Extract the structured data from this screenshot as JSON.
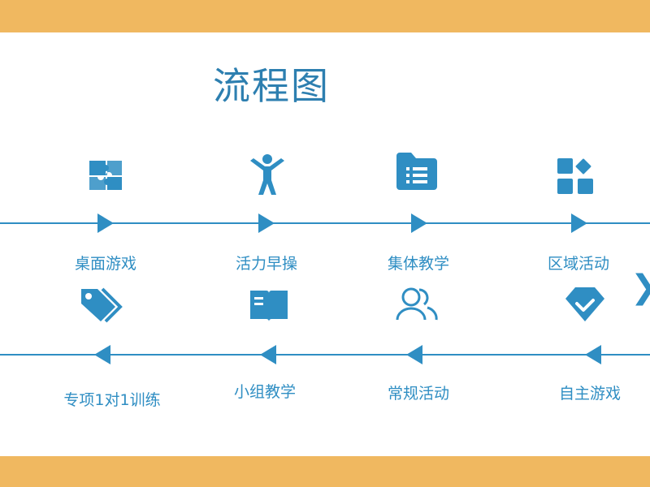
{
  "title": "流程图",
  "colors": {
    "accent": "#2f8ec3",
    "title": "#2d7fb0",
    "band": "#f0b860"
  },
  "top_row": [
    {
      "label": "桌面游戏",
      "icon": "puzzle-icon"
    },
    {
      "label": "活力早操",
      "icon": "person-exercise-icon"
    },
    {
      "label": "集体教学",
      "icon": "folder-list-icon"
    },
    {
      "label": "区域活动",
      "icon": "apps-grid-icon"
    }
  ],
  "bottom_row": [
    {
      "label": "专项1对1训练",
      "icon": "tags-icon"
    },
    {
      "label": "小组教学",
      "icon": "open-book-icon"
    },
    {
      "label": "常规活动",
      "icon": "users-icon"
    },
    {
      "label": "自主游戏",
      "icon": "check-badge-icon"
    }
  ],
  "edge_glyph": "❯"
}
